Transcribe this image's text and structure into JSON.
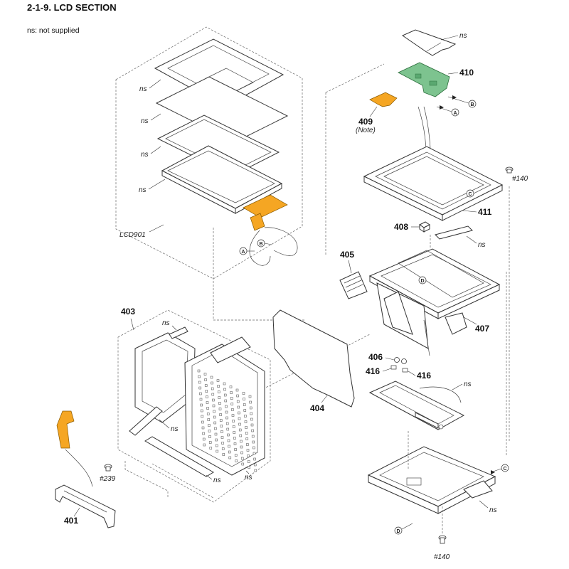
{
  "header": {
    "title": "2-1-9. LCD SECTION",
    "note": "ns: not supplied"
  },
  "labels": {
    "p401": "401",
    "p403": "403",
    "p404": "404",
    "p405": "405",
    "p406": "406",
    "p407": "407",
    "p408": "408",
    "p409": "409",
    "p409_note": "(Note)",
    "p410": "410",
    "p411": "411",
    "p416a": "416",
    "p416b": "416",
    "lcd": "LCD901",
    "screw140_top": "#140",
    "screw140_bottom": "#140",
    "screw239": "#239",
    "ns": "ns"
  },
  "connectors": {
    "a": "A",
    "b": "B",
    "c": "C",
    "d": "D"
  },
  "colors": {
    "flex_orange": "#f5a623",
    "board_green": "#7dc38f",
    "line": "#333333"
  }
}
